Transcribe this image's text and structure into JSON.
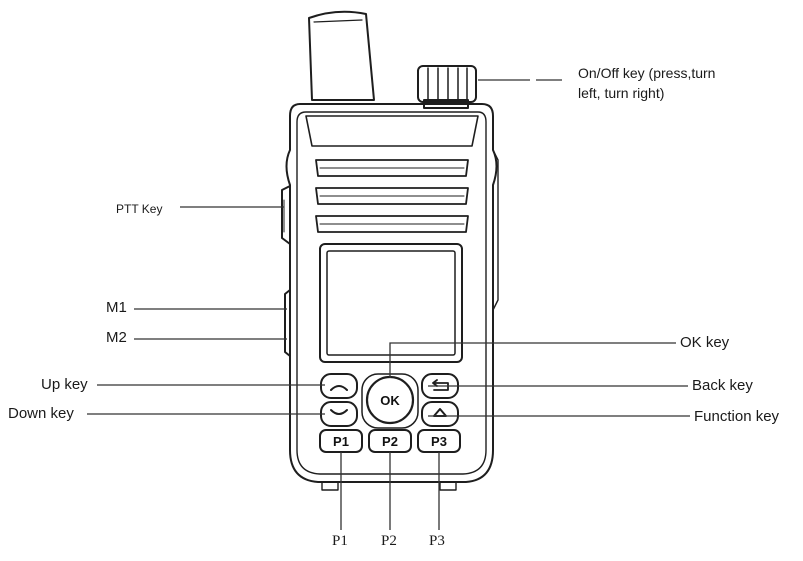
{
  "labels": {
    "onoff_line1": "On/Off key (press,turn",
    "onoff_line2": "left, turn right)",
    "ptt": "PTT Key",
    "m1": "M1",
    "m2": "M2",
    "ok": "OK key",
    "up": "Up key",
    "down": "Down key",
    "back": "Back key",
    "function": "Function key",
    "p1": "P1",
    "p2": "P2",
    "p3": "P3"
  },
  "buttons": {
    "ok": "OK",
    "p1": "P1",
    "p2": "P2",
    "p3": "P3"
  }
}
